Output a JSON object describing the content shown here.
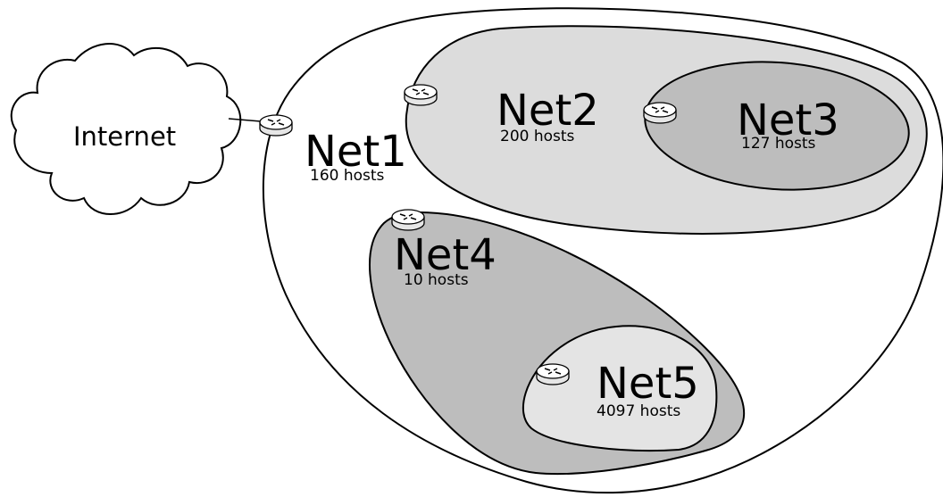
{
  "internet": {
    "label": "Internet"
  },
  "networks": [
    {
      "id": "net1",
      "name": "Net1",
      "hosts": "160 hosts",
      "fill": "#ffffff"
    },
    {
      "id": "net2",
      "name": "Net2",
      "hosts": "200 hosts",
      "fill": "#dcdcdc"
    },
    {
      "id": "net3",
      "name": "Net3",
      "hosts": "127 hosts",
      "fill": "#bdbdbd"
    },
    {
      "id": "net4",
      "name": "Net4",
      "hosts": "10 hosts",
      "fill": "#bdbdbd"
    },
    {
      "id": "net5",
      "name": "Net5",
      "hosts": "4097 hosts",
      "fill": "#e4e4e4"
    }
  ],
  "colors": {
    "stroke": "#000000",
    "router_top": "#ffffff",
    "router_side": "#e6e6e6"
  },
  "icons": {
    "router": "router-icon",
    "cloud": "cloud-icon"
  }
}
